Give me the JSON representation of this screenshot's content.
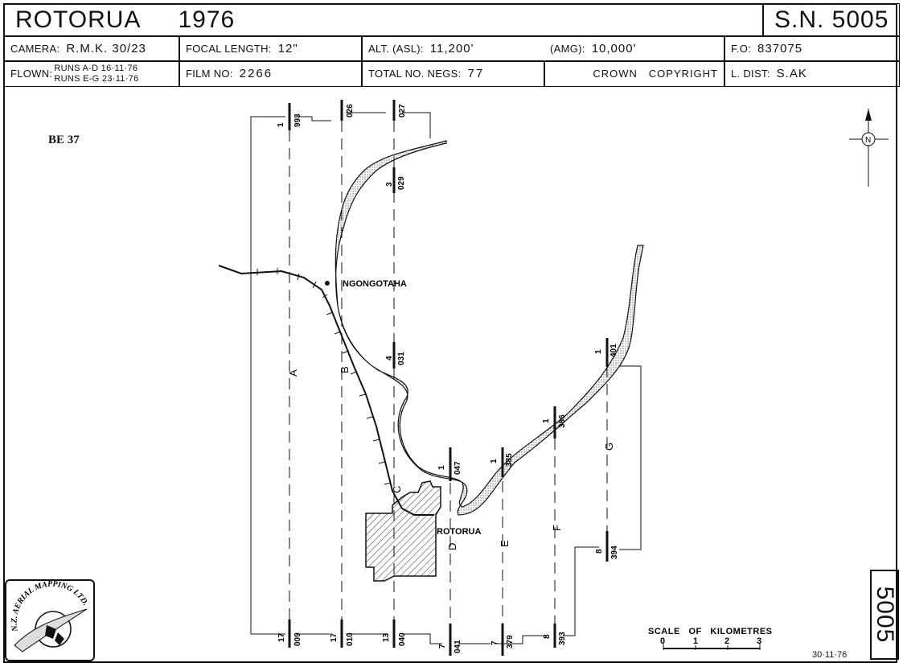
{
  "header": {
    "title": "ROTORUA",
    "year": "1976",
    "sn": "S.N. 5005",
    "camera_label": "CAMERA:",
    "camera_value": "R.M.K. 30/23",
    "focal_label": "FOCAL LENGTH:",
    "focal_value": "12\"",
    "alt_label": "ALT. (ASL):",
    "alt_value": "11,200'",
    "amg_label": "(AMG):",
    "amg_value": "10,000'",
    "fo_label": "F.O:",
    "fo_value": "837075",
    "flown_label": "FLOWN:",
    "flown_runs_1": "RUNS A-D 16·11·76",
    "flown_runs_2": "RUNS E-G 23·11·76",
    "film_label": "FILM NO:",
    "film_value": "2266",
    "negs_label": "TOTAL NO. NEGS:",
    "negs_value": "77",
    "copyright": "CROWN   COPYRIGHT",
    "ldist_label": "L. DIST:",
    "ldist_value": "S.AK"
  },
  "map": {
    "be_code": "BE 37",
    "places": [
      "NGONGOTAHA",
      "ROTORUA"
    ],
    "run_letters": [
      "A",
      "B",
      "C",
      "D",
      "E",
      "F",
      "G"
    ],
    "top_negs": [
      {
        "run": "A",
        "roll": "1",
        "neg": "993"
      },
      {
        "run": "B",
        "roll": "",
        "neg": "026"
      },
      {
        "run": "C",
        "roll": "",
        "neg": "027"
      },
      {
        "run": "C",
        "roll": "3",
        "neg": "029"
      },
      {
        "run": "C",
        "roll": "4",
        "neg": "031"
      },
      {
        "run": "D",
        "roll": "1",
        "neg": "047"
      },
      {
        "run": "E",
        "roll": "1",
        "neg": "385"
      },
      {
        "run": "F",
        "roll": "1",
        "neg": "386"
      },
      {
        "run": "G",
        "roll": "1",
        "neg": "401"
      }
    ],
    "bottom_negs": [
      {
        "run": "A",
        "roll": "17",
        "neg": "009"
      },
      {
        "run": "B",
        "roll": "17",
        "neg": "010"
      },
      {
        "run": "C",
        "roll": "13",
        "neg": "040"
      },
      {
        "run": "D",
        "roll": "7",
        "neg": "041"
      },
      {
        "run": "E",
        "roll": "7",
        "neg": "379"
      },
      {
        "run": "F",
        "roll": "8",
        "neg": "393"
      },
      {
        "run": "G",
        "roll": "8",
        "neg": "394"
      }
    ],
    "north_label": "N",
    "scale_title": "SCALE   OF   KILOMETRES",
    "scale_ticks": [
      "0",
      "1",
      "2",
      "3"
    ],
    "sheet_number": "5005",
    "date": "30·11·76",
    "logo_text": "N.Z. AERIAL MAPPING LTD."
  }
}
